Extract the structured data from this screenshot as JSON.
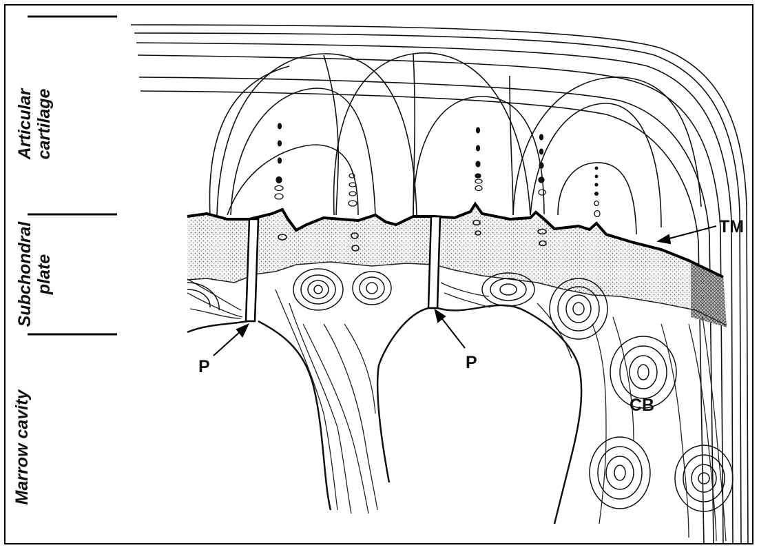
{
  "zones": {
    "articular": {
      "line1": "Articular",
      "line2": "cartilage"
    },
    "subchondral": {
      "line1": "Subchondral",
      "line2": "plate"
    },
    "marrow": {
      "line1": "Marrow cavity"
    }
  },
  "labels": {
    "pore_left": "P",
    "pore_right": "P",
    "tidemark": "TM",
    "cancellous_bone": "CB"
  }
}
